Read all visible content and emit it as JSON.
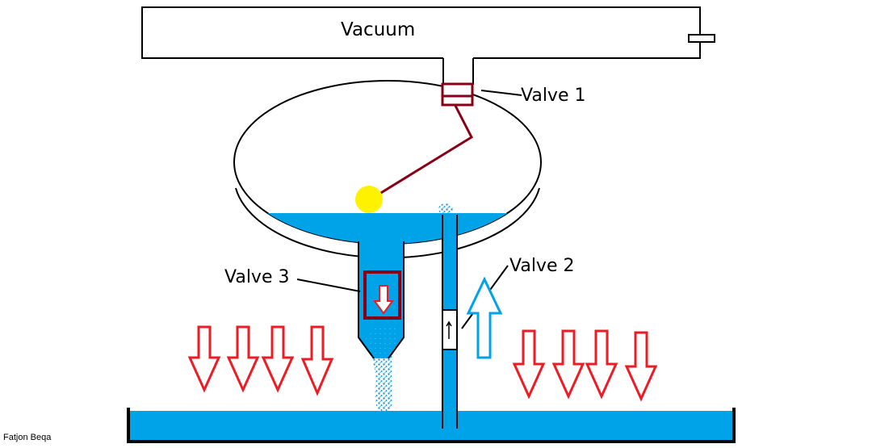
{
  "labels": {
    "vacuum": "Vacuum",
    "valve1": "Valve 1",
    "valve2": "Valve 2",
    "valve3": "Valve 3",
    "author": "Fatjon Beqa"
  },
  "colors": {
    "water": "#00a2e8",
    "pressure_arrow": "#ed1c24",
    "flow_arrow": "#00a2e8",
    "valve": "#880015",
    "float": "#fff200",
    "outline": "#000000"
  },
  "icons": {
    "pressure": "down-arrow-icon",
    "flow": "up-arrow-icon",
    "float": "float-ball-icon"
  }
}
